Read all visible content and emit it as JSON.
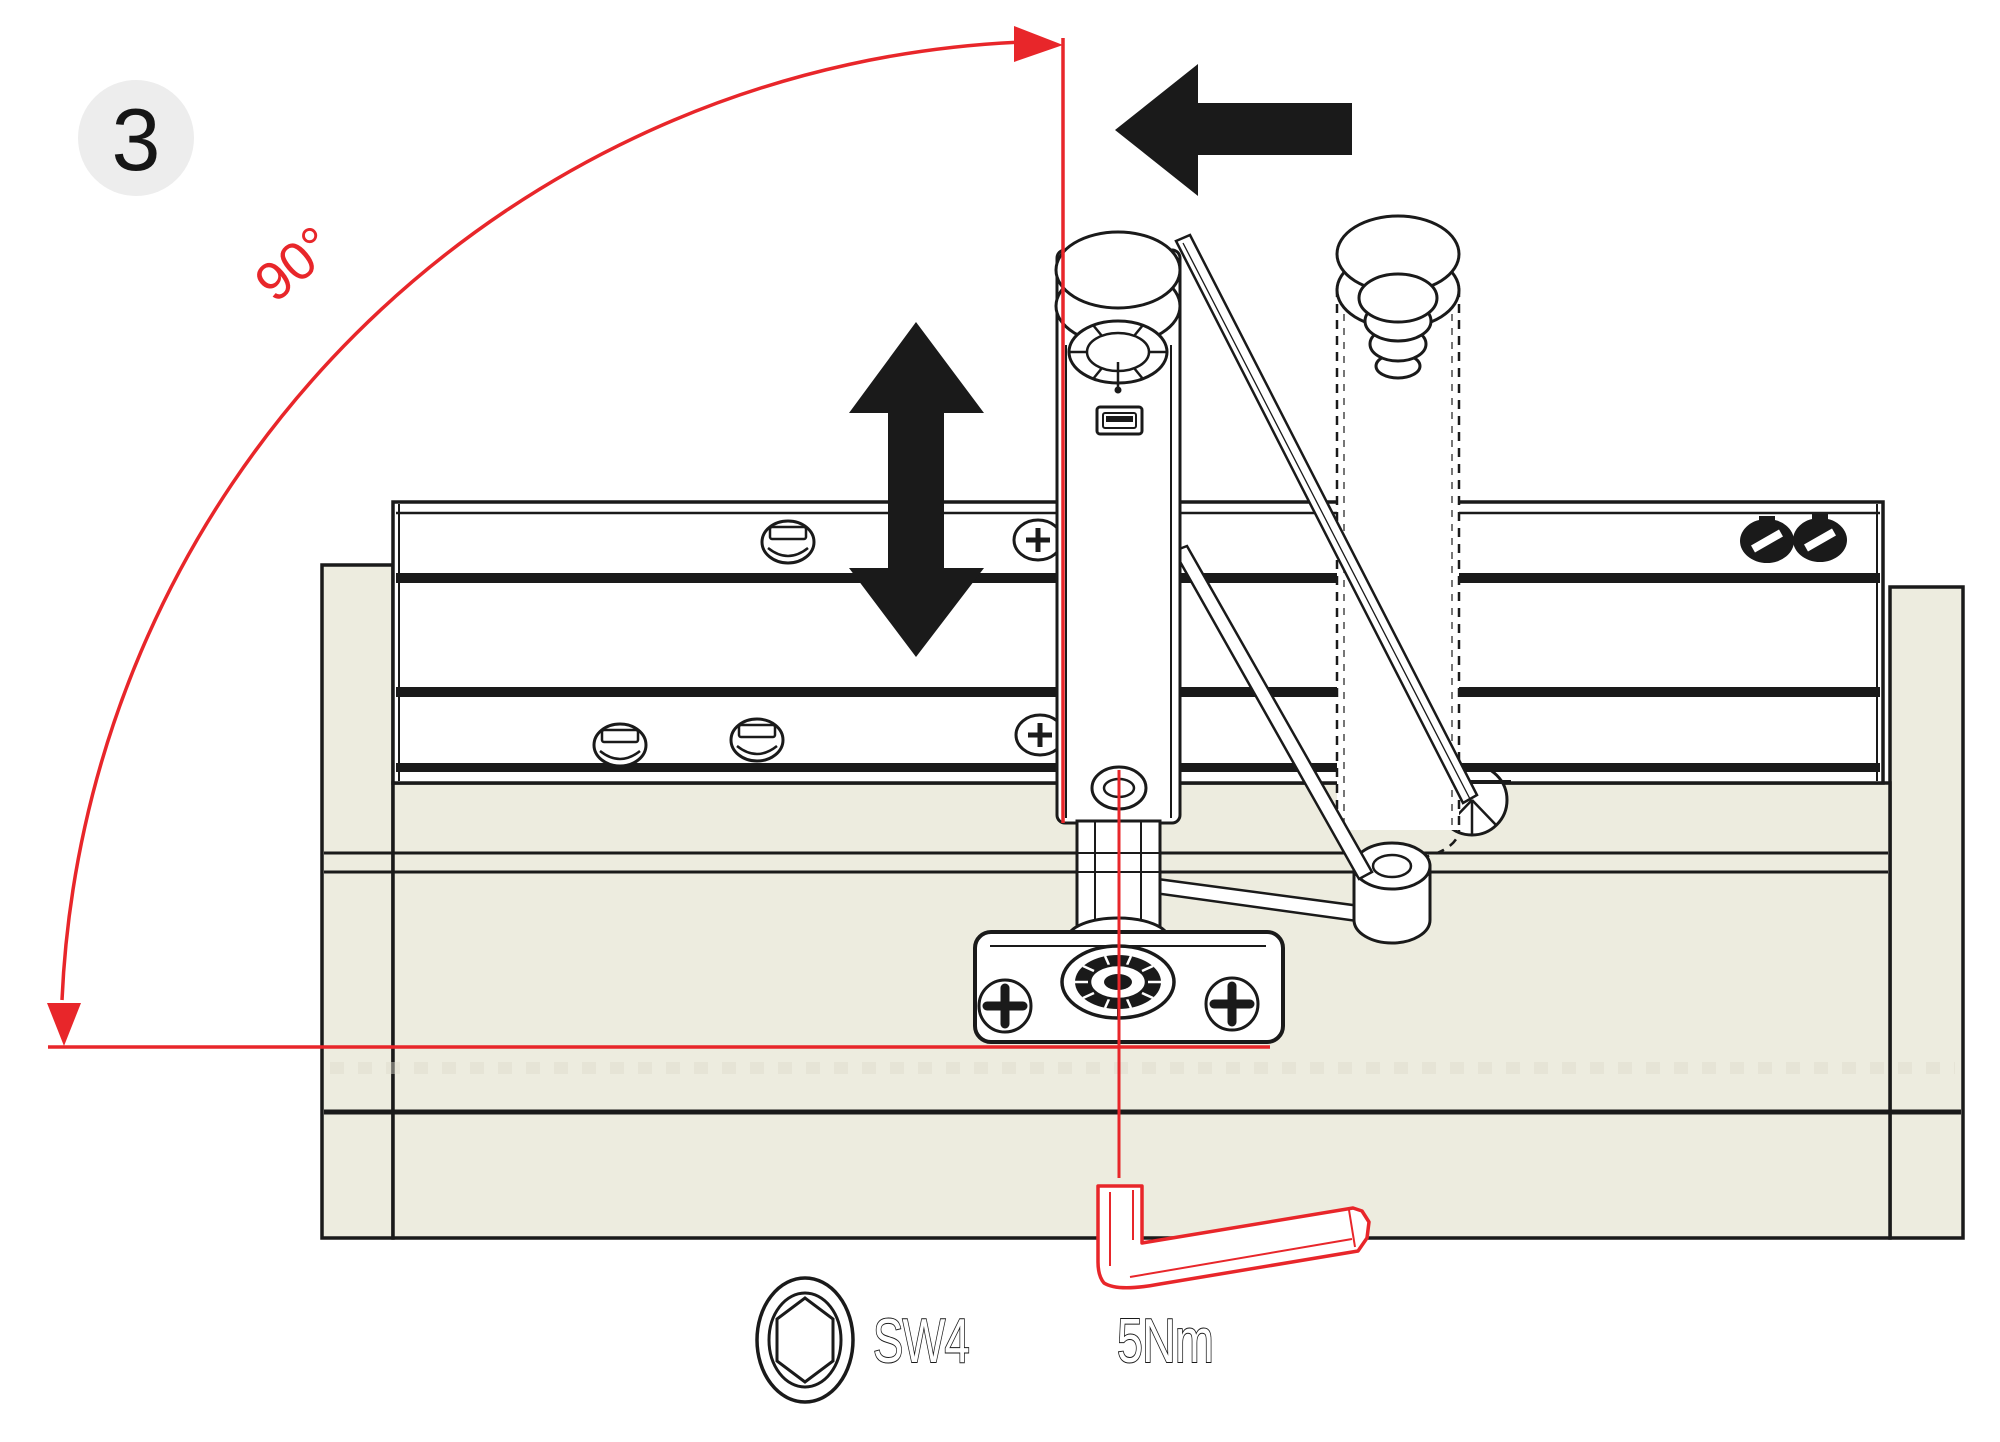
{
  "figure": {
    "type": "assembly-instruction-step",
    "step_badge": "3",
    "angle_label": "90°",
    "tool_size_label": "SW4",
    "torque_label": "5Nm",
    "colors": {
      "annotation_red": "#e8262a",
      "outline_black": "#1a1a1a",
      "panel_beige": "#edecdf",
      "badge_gray": "#ededed",
      "background": "#ffffff"
    },
    "icons": [
      "step-number-badge",
      "rotation-arc-icon",
      "left-arrow-icon",
      "up-down-arrow-icon",
      "hex-socket-icon",
      "allen-key-icon"
    ]
  }
}
